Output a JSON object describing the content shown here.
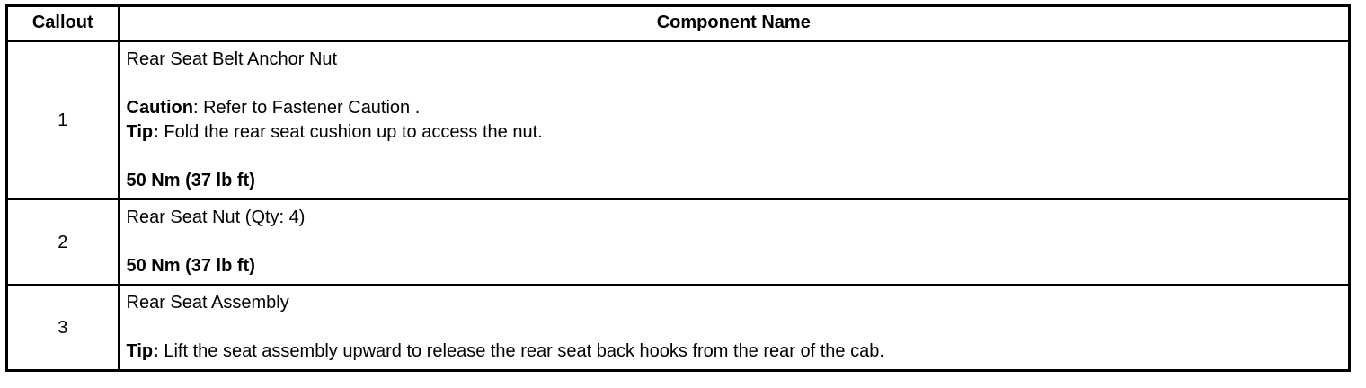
{
  "table": {
    "headers": {
      "callout": "Callout",
      "component_name": "Component Name"
    },
    "rows": [
      {
        "callout": "1",
        "name": "Rear Seat Belt Anchor Nut",
        "caution_label": "Caution",
        "caution_sep": ": ",
        "caution_text": "Refer to Fastener Caution .",
        "tip_label": "Tip:",
        "tip_text": " Fold the rear seat cushion up to access the nut.",
        "torque": "50 Nm (37 lb ft)"
      },
      {
        "callout": "2",
        "name": "Rear Seat Nut (Qty: 4)",
        "torque": "50 Nm (37 lb ft)"
      },
      {
        "callout": "3",
        "name": "Rear Seat Assembly",
        "tip_label": "Tip:",
        "tip_text": " Lift the seat assembly upward to release the rear seat back hooks from the rear of the cab."
      }
    ]
  },
  "colors": {
    "border": "#000000",
    "text": "#000000",
    "background": "#ffffff"
  }
}
